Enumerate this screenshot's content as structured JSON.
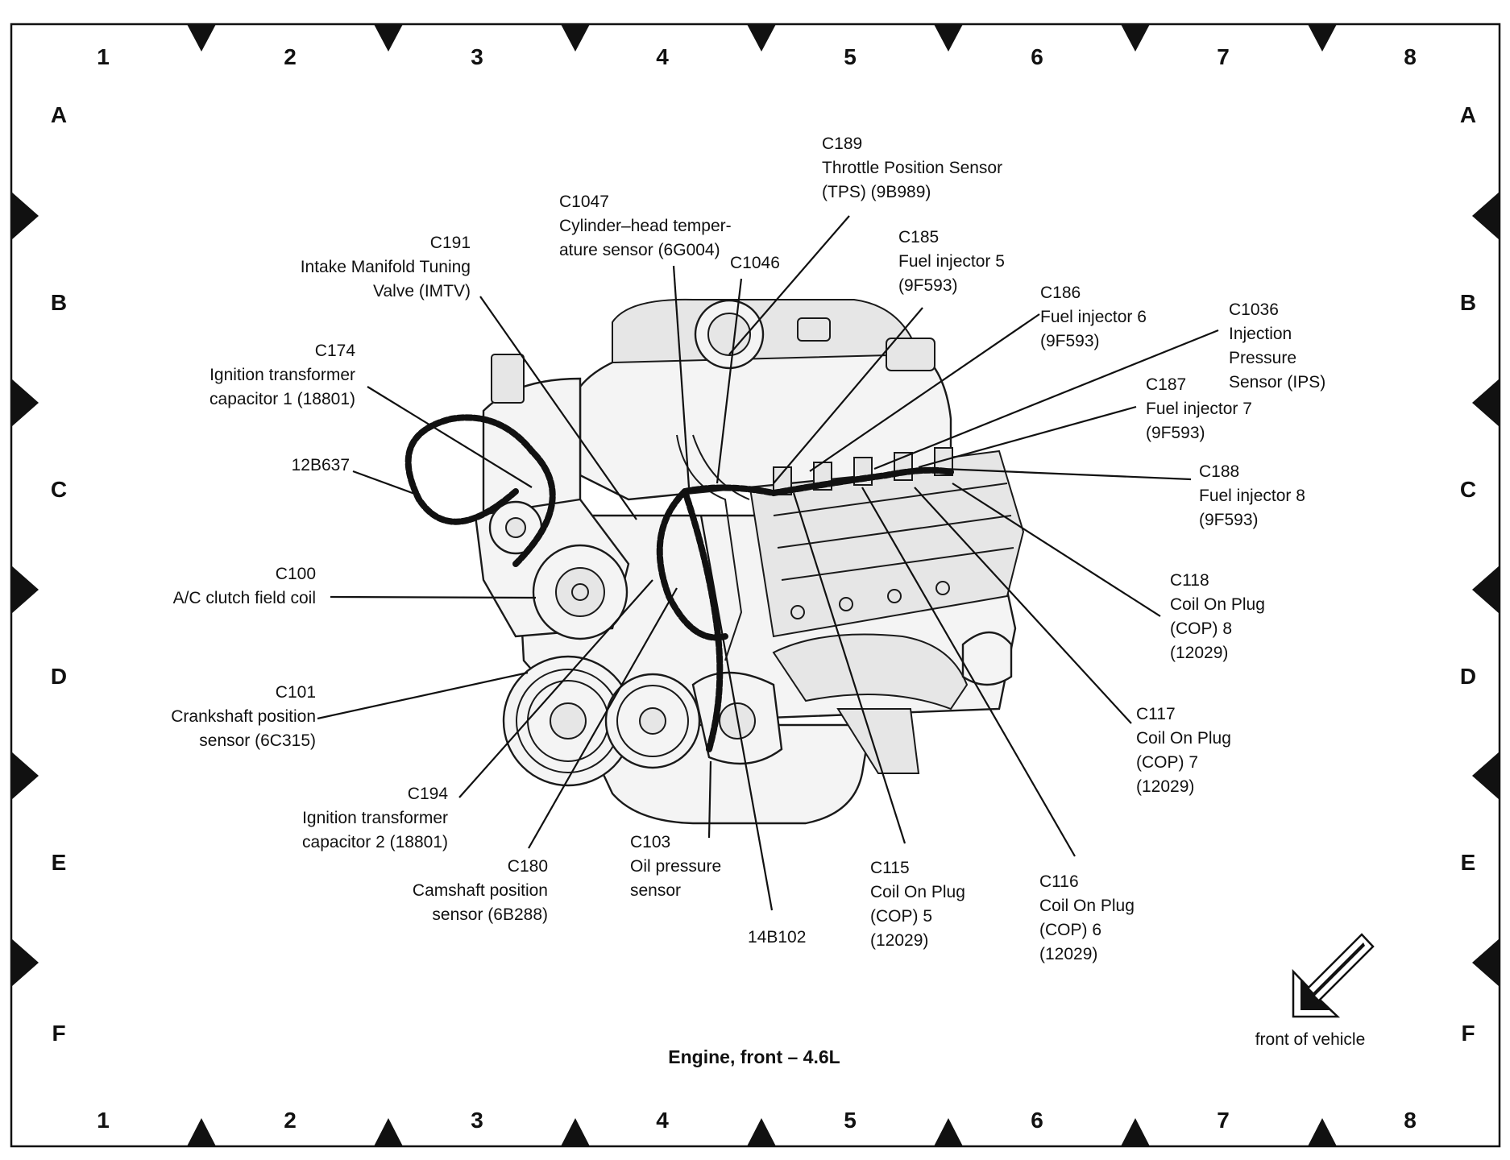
{
  "caption": "Engine, front  – 4.6L",
  "orientation": "front of vehicle",
  "grid": {
    "columns": [
      "1",
      "2",
      "3",
      "4",
      "5",
      "6",
      "7",
      "8"
    ],
    "rows": [
      "A",
      "B",
      "C",
      "D",
      "E",
      "F"
    ]
  },
  "callouts": [
    {
      "id": "c189",
      "lines": [
        "C189",
        "Throttle Position Sensor",
        "(TPS) (9B989)"
      ]
    },
    {
      "id": "c1047",
      "lines": [
        "C1047",
        "Cylinder–head temper-",
        "ature sensor (6G004)"
      ]
    },
    {
      "id": "c191",
      "lines": [
        "C191",
        "Intake Manifold Tuning",
        "Valve (IMTV)"
      ]
    },
    {
      "id": "c1046",
      "lines": [
        "C1046"
      ]
    },
    {
      "id": "c185",
      "lines": [
        "C185",
        "Fuel injector 5",
        "(9F593)"
      ]
    },
    {
      "id": "c186",
      "lines": [
        "C186",
        "Fuel injector 6",
        "(9F593)"
      ]
    },
    {
      "id": "c1036",
      "lines": [
        "C1036",
        "Injection",
        "Pressure",
        "Sensor (IPS)"
      ]
    },
    {
      "id": "c174",
      "lines": [
        "C174",
        "Ignition transformer",
        "capacitor 1 (18801)"
      ]
    },
    {
      "id": "c187",
      "lines": [
        "C187",
        "Fuel injector 7",
        "(9F593)"
      ]
    },
    {
      "id": "w12b637",
      "lines": [
        "12B637"
      ]
    },
    {
      "id": "c188",
      "lines": [
        "C188",
        "Fuel injector 8",
        "(9F593)"
      ]
    },
    {
      "id": "c100",
      "lines": [
        "C100",
        "A/C clutch field coil"
      ]
    },
    {
      "id": "c118",
      "lines": [
        "C118",
        "Coil On Plug",
        "(COP) 8",
        "(12029)"
      ]
    },
    {
      "id": "c101",
      "lines": [
        "C101",
        "Crankshaft position",
        "sensor (6C315)"
      ]
    },
    {
      "id": "c117",
      "lines": [
        "C117",
        "Coil On Plug",
        "(COP) 7",
        "(12029)"
      ]
    },
    {
      "id": "c194",
      "lines": [
        "C194",
        "Ignition transformer",
        "capacitor 2 (18801)"
      ]
    },
    {
      "id": "c103",
      "lines": [
        "C103",
        "Oil pressure",
        "sensor"
      ]
    },
    {
      "id": "c180",
      "lines": [
        "C180",
        "Camshaft position",
        "sensor (6B288)"
      ]
    },
    {
      "id": "c115",
      "lines": [
        "C115",
        "Coil On Plug",
        "(COP) 5",
        "(12029)"
      ]
    },
    {
      "id": "c116",
      "lines": [
        "C116",
        "Coil On Plug",
        "(COP) 6",
        "(12029)"
      ]
    },
    {
      "id": "w14b102",
      "lines": [
        "14B102"
      ]
    }
  ]
}
